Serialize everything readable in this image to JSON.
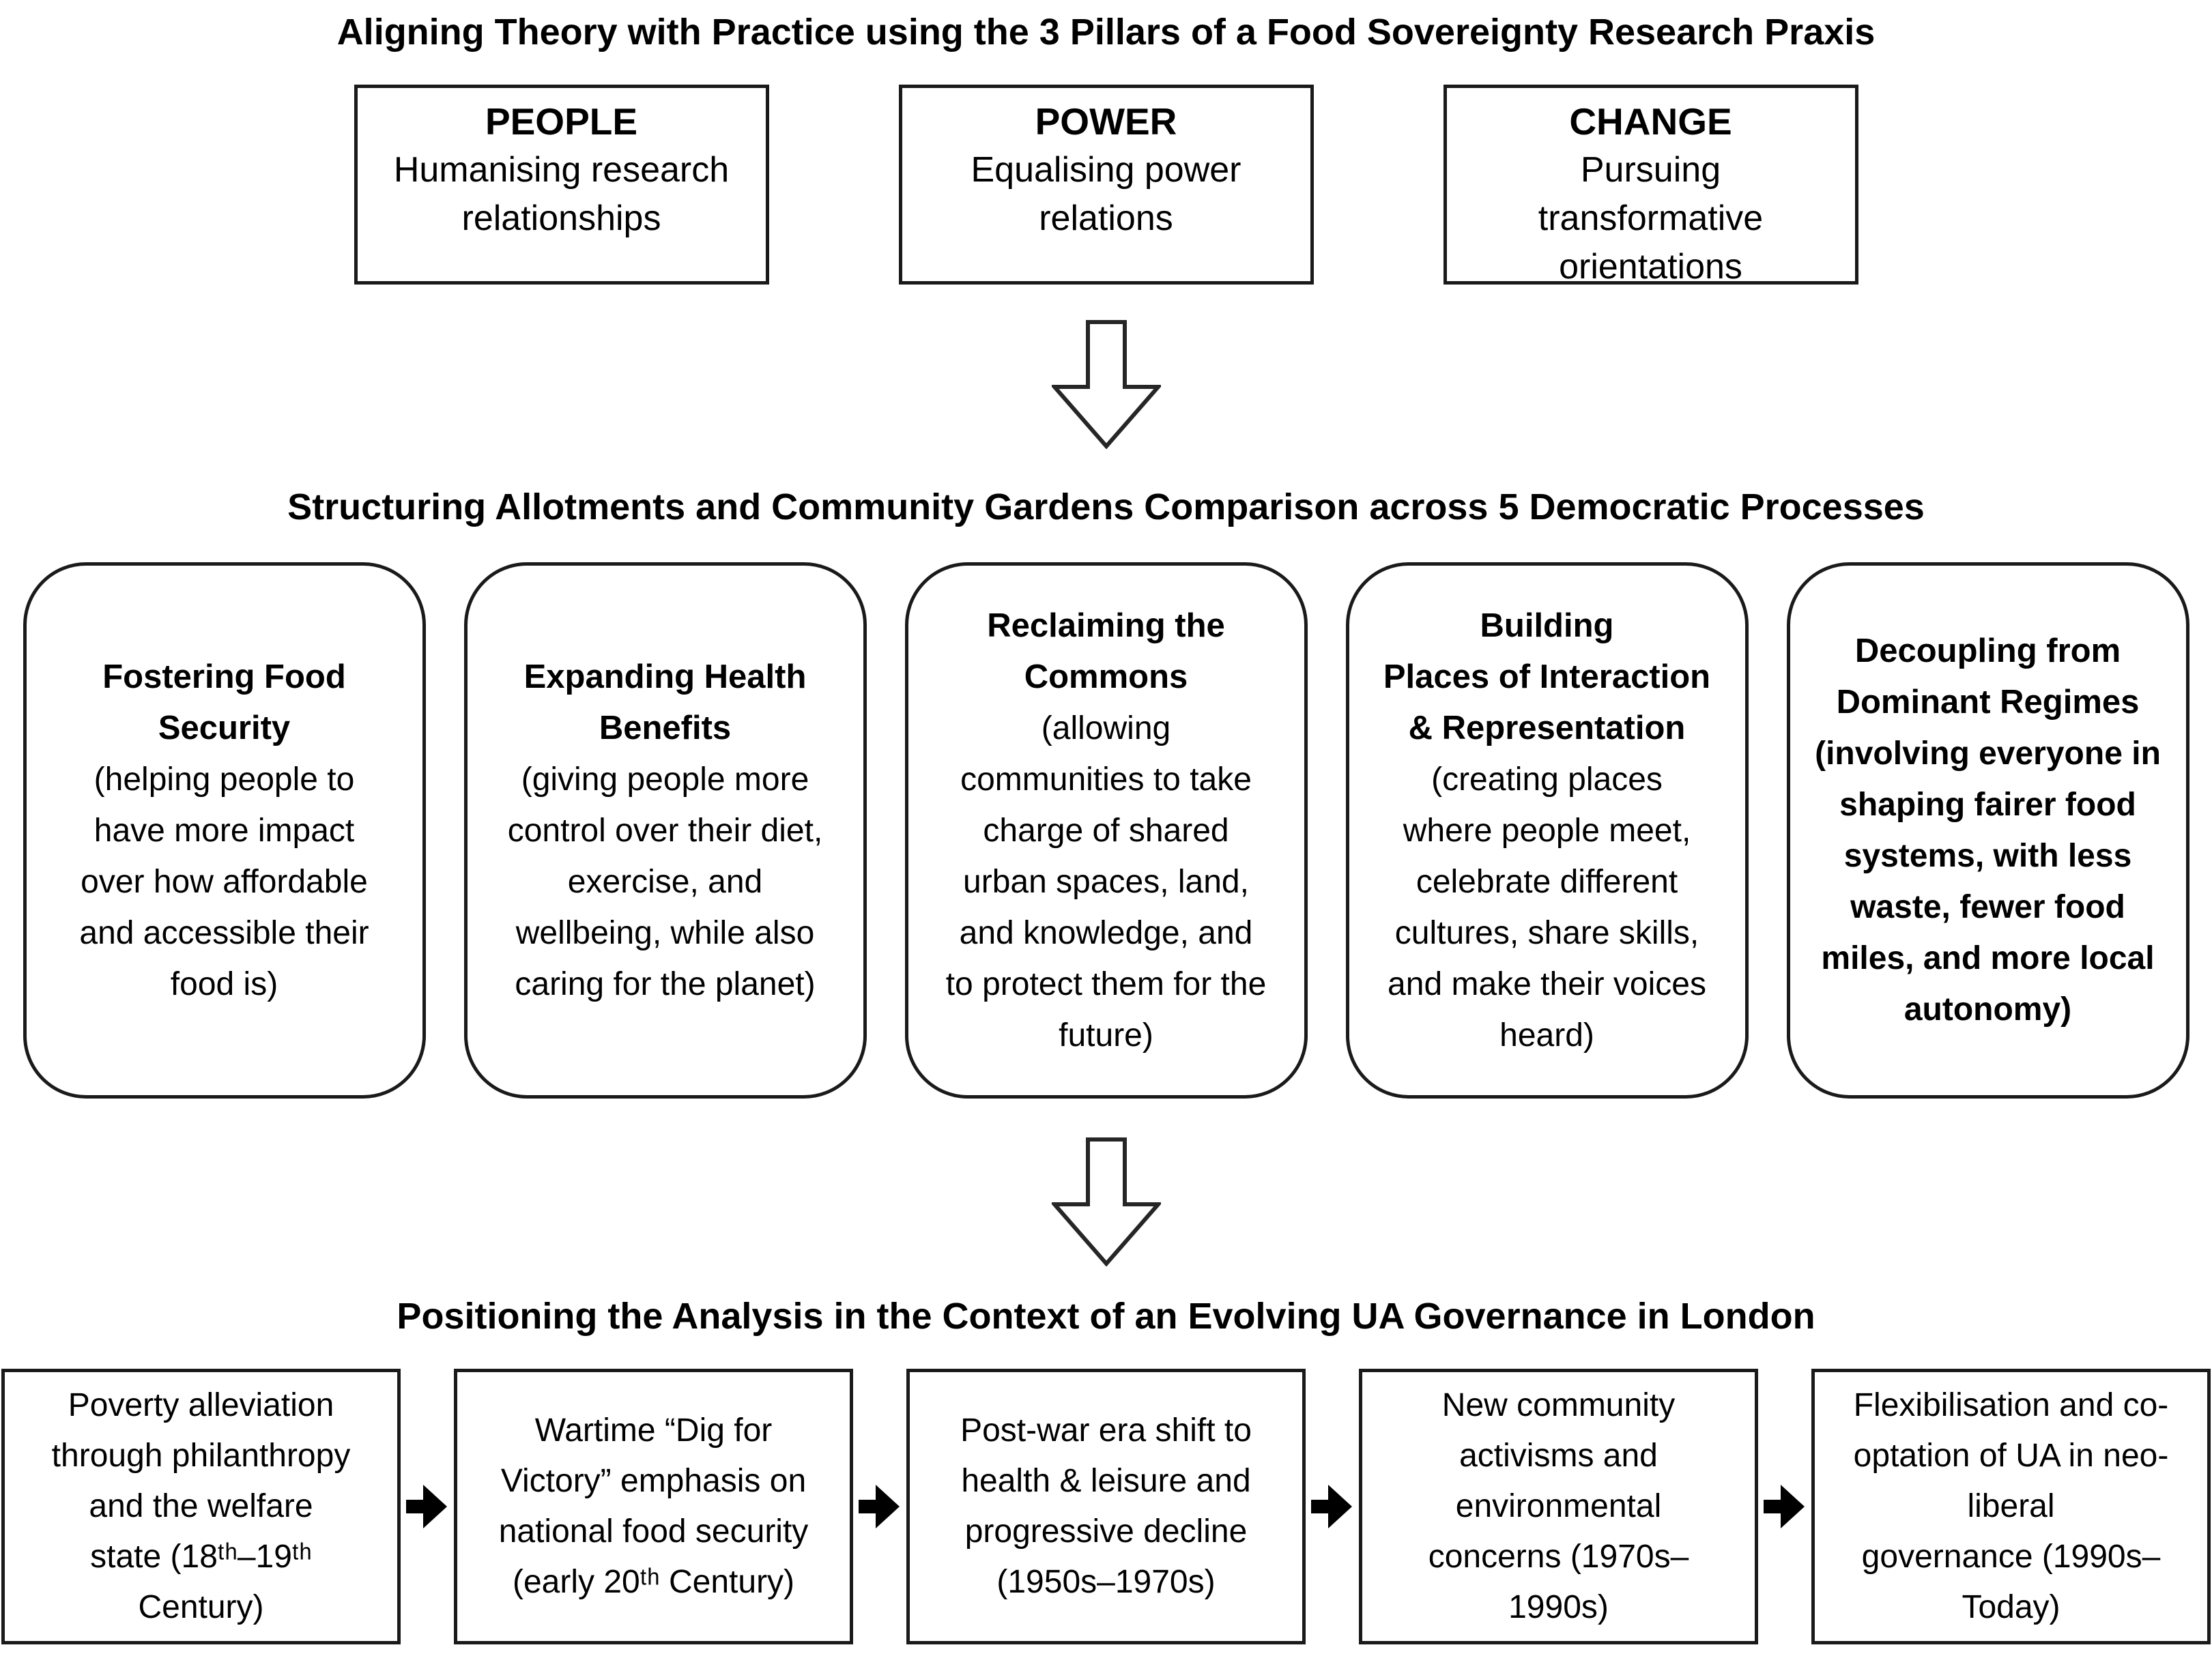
{
  "page": {
    "background": "#ffffff",
    "text_color": "#000000",
    "border_color": "#1a1a1a",
    "block_arrow_outline": "#262626",
    "flow_arrow_color": "#000000"
  },
  "icons": {
    "down_arrow": "down-block-arrow",
    "flow_arrow": "right-solid-arrow"
  },
  "sections": [
    {
      "id": "pillars",
      "title": "Aligning Theory with Practice using the 3 Pillars of a Food Sovereignty Research Praxis",
      "boxes": [
        {
          "heading": "PEOPLE",
          "body": [
            "Humanising research",
            "relationships"
          ]
        },
        {
          "heading": "POWER",
          "body": [
            "Equalising power",
            "relations"
          ]
        },
        {
          "heading": "CHANGE",
          "body": [
            "Pursuing",
            "transformative",
            "orientations"
          ]
        }
      ]
    },
    {
      "id": "processes",
      "title": "Structuring Allotments and Community Gardens Comparison across 5 Democratic Processes",
      "boxes": [
        {
          "heading": [
            "Fostering Food",
            "Security"
          ],
          "body": [
            "(helping people to",
            "have more impact",
            "over how affordable",
            "and accessible their",
            "food is)"
          ]
        },
        {
          "heading": [
            "Expanding Health",
            "Benefits"
          ],
          "body": [
            "(giving people more",
            "control over their diet,",
            "exercise, and",
            "wellbeing, while also",
            "caring for the planet)"
          ]
        },
        {
          "heading": [
            "Reclaiming the",
            "Commons"
          ],
          "body": [
            "(allowing",
            "communities to take",
            "charge of shared",
            "urban spaces, land,",
            "and knowledge, and",
            "to protect them for the",
            "future)"
          ]
        },
        {
          "heading": [
            "Building",
            "Places of Interaction",
            "& Representation"
          ],
          "body": [
            "(creating places",
            "where people meet,",
            "celebrate different",
            "cultures, share skills,",
            "and make their voices",
            "heard)"
          ]
        },
        {
          "heading": [
            "Decoupling from",
            "Dominant Regimes"
          ],
          "body": [
            "(involving everyone in",
            "shaping fairer food",
            "systems, with less",
            "waste, fewer food",
            "miles, and more local",
            "autonomy)"
          ]
        }
      ]
    },
    {
      "id": "timeline",
      "title": "Positioning the Analysis in the Context of an Evolving UA Governance in London",
      "boxes": [
        {
          "body": [
            "Poverty alleviation",
            "through philanthropy",
            "and the welfare",
            "state (18ᵗʰ–19ᵗʰ",
            "Century)"
          ]
        },
        {
          "body": [
            "Wartime “Dig for",
            "Victory” emphasis on",
            "national food security",
            "(early 20ᵗʰ Century)"
          ]
        },
        {
          "body": [
            "Post-war era shift to",
            "health & leisure and",
            "progressive decline",
            "(1950s–1970s)"
          ]
        },
        {
          "body": [
            "New community",
            "activisms and",
            "environmental",
            "concerns (1970s–",
            "1990s)"
          ]
        },
        {
          "body": [
            "Flexibilisation and co-",
            "optation of UA in neo-",
            "liberal",
            "governance (1990s–",
            "Today)"
          ]
        }
      ]
    }
  ]
}
